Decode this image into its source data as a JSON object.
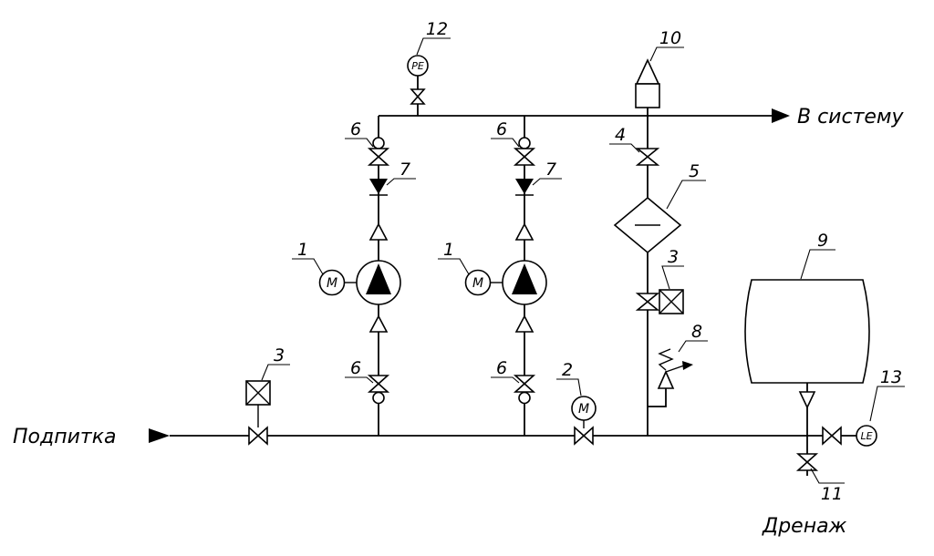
{
  "texts": {
    "feed": "Подпитка",
    "to_system": "В систему",
    "drain": "Дренаж"
  },
  "instruments": {
    "pe": "PE",
    "le": "LE",
    "motor_pump1": "M",
    "motor_pump2": "M",
    "motor_valve": "M"
  },
  "labels": {
    "pump_left": "1",
    "pump_right": "1",
    "motor_valve2": "2",
    "strainer3_left": "3",
    "strainer3_mid": "3",
    "valve4": "4",
    "filter5": "5",
    "valve6_top_left": "6",
    "valve6_top_right": "6",
    "valve6_bottom_left": "6",
    "valve6_bottom_right": "6",
    "check7_left": "7",
    "check7_right": "7",
    "relief8": "8",
    "tank9": "9",
    "safety10": "10",
    "drain11": "11",
    "pe12": "12",
    "le13": "13"
  },
  "colors": {
    "line": "#000000",
    "background": "#ffffff"
  }
}
